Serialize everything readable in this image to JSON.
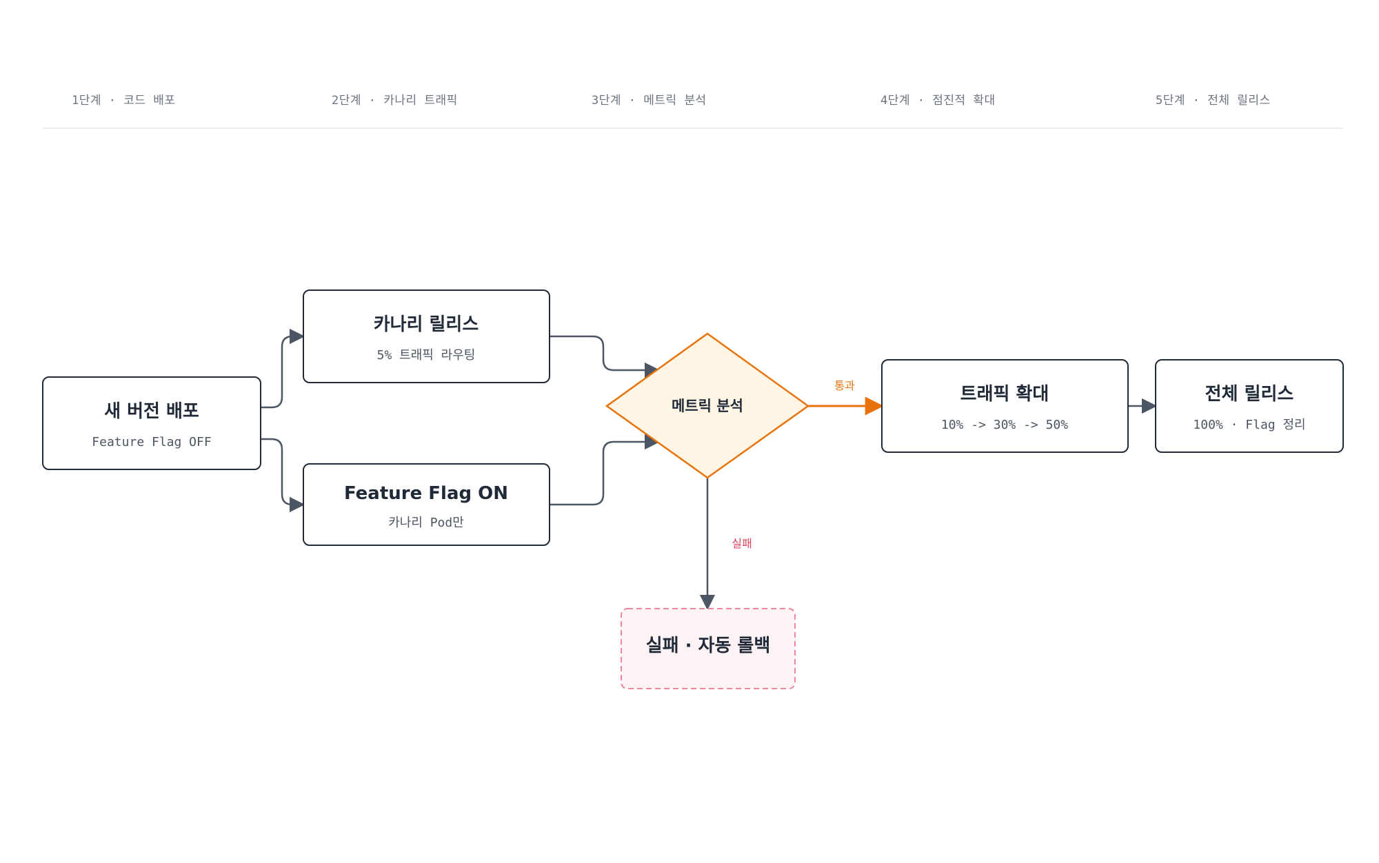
{
  "stages": [
    "1단계 · 코드 배포",
    "2단계 · 카나리 트래픽",
    "3단계 · 메트릭 분석",
    "4단계 · 점진적 확대",
    "5단계 · 전체 릴리스"
  ],
  "nodes": {
    "deploy": {
      "title": "새 버전 배포",
      "subtitle": "Feature Flag OFF"
    },
    "canary": {
      "title": "카나리 릴리스",
      "subtitle": "5% 트래픽 라우팅"
    },
    "flag": {
      "title": "Feature Flag ON",
      "subtitle": "카나리 Pod만"
    },
    "decision": {
      "title": "메트릭 분석"
    },
    "expand": {
      "title": "트래픽 확대",
      "subtitle": "10% -> 30% -> 50%"
    },
    "release": {
      "title": "전체 릴리스",
      "subtitle": "100% · Flag 정리"
    },
    "rollback": {
      "title": "실패 · 자동 롤백"
    }
  },
  "edges": {
    "pass_label": "통과",
    "fail_label": "실패"
  },
  "colors": {
    "node_border": "#1f2937",
    "edge": "#4b5563",
    "decision_stroke": "#e8730c",
    "decision_fill": "#fef5e4",
    "pass": "#e8730c",
    "fail": "#d9455f",
    "rollback_stroke": "#e8879a",
    "rollback_fill": "#fdf2f4",
    "stage_text": "#6b7280",
    "divider": "#e5e7eb"
  }
}
